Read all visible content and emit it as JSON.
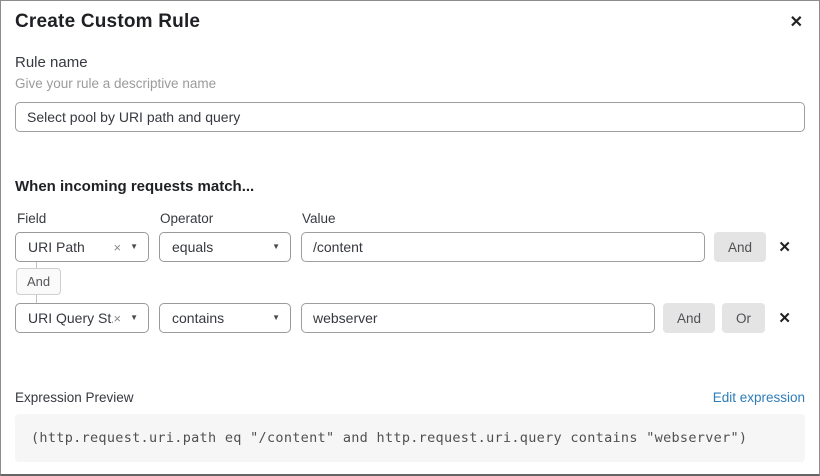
{
  "dialog": {
    "title": "Create Custom Rule"
  },
  "icons": {
    "close": "✕",
    "remove": "✕",
    "clear": "×",
    "caret_down": "▼"
  },
  "rule_name": {
    "label": "Rule name",
    "hint": "Give your rule a descriptive name",
    "value": "Select pool by URI path and query"
  },
  "matcher": {
    "heading": "When incoming requests match...",
    "columns": {
      "field": "Field",
      "operator": "Operator",
      "value": "Value"
    },
    "connector_label": "And",
    "and_label": "And",
    "or_label": "Or",
    "rows": [
      {
        "field": "URI Path",
        "operator": "equals",
        "value": "/content"
      },
      {
        "field": "URI Query St...",
        "operator": "contains",
        "value": "webserver"
      }
    ]
  },
  "expression": {
    "label": "Expression Preview",
    "edit_link": "Edit expression",
    "code": "(http.request.uri.path eq \"/content\" and http.request.uri.query contains \"webserver\")"
  },
  "colors": {
    "link_blue": "#2e7cb8",
    "pill_button_bg": "#e4e4e4",
    "code_block_bg": "#f6f6f6",
    "border_gray": "#9a9a9a"
  }
}
